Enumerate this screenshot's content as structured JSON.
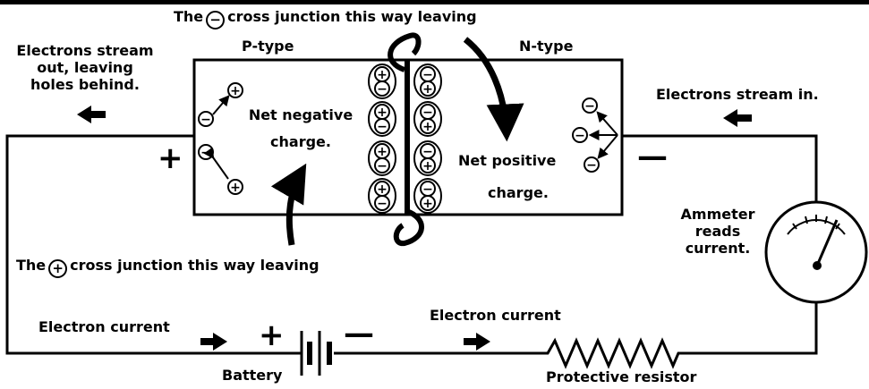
{
  "labels": {
    "top_prefix": "The",
    "top_sign": "−",
    "top_suffix": "cross junction this way leaving",
    "p_type": "P-type",
    "n_type": "N-type",
    "stream_out": "Electrons stream\nout, leaving\nholes behind.",
    "stream_in": "Electrons stream in.",
    "net_negative": "Net negative\ncharge.",
    "net_positive": "Net positive",
    "net_positive_2": "charge.",
    "bottom_prefix": "The",
    "bottom_sign": "+",
    "bottom_suffix": "cross junction this way leaving",
    "ammeter": "Ammeter\nreads\ncurrent.",
    "electron_current_left": "Electron current",
    "electron_current_mid": "Electron current",
    "battery": "Battery",
    "resistor": "Protective resistor"
  },
  "terminals": {
    "left_plus": "+",
    "right_minus": "—",
    "battery_plus": "+",
    "battery_minus": "—"
  },
  "charge_symbols": {
    "plus": "+",
    "minus": "−"
  },
  "colors": {
    "ink": "#000000",
    "paper": "#ffffff"
  }
}
